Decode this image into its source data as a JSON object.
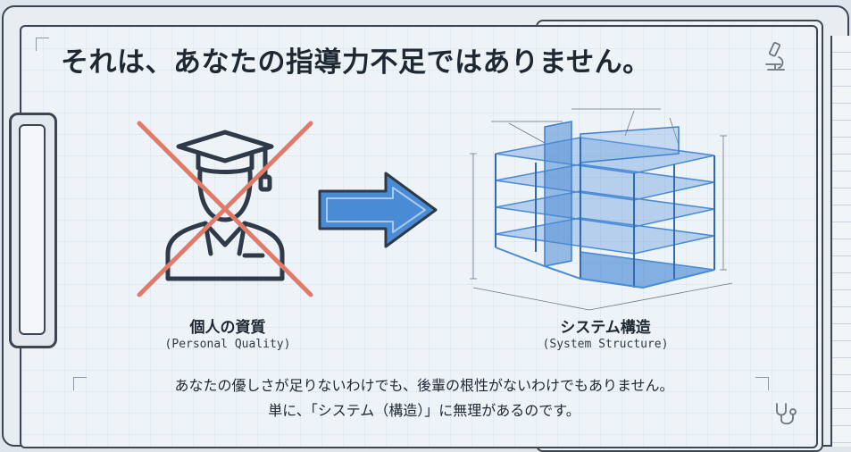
{
  "title": "それは、あなたの指導力不足ではありません。",
  "left_panel": {
    "label": "個人の資質",
    "sublabel": "(Personal Quality)"
  },
  "right_panel": {
    "label": "システム構造",
    "sublabel": "(System Structure)"
  },
  "caption": {
    "line1": "あなたの優しさが足りないわけでも、後輩の根性がないわけでもありません。",
    "line2": "単に、「システム（構造）」に無理があるのです。"
  },
  "colors": {
    "accent_blue": "#4a8bd6",
    "cross_red": "#e07a6a",
    "ink": "#2e3a48"
  },
  "icons": [
    "person-graduate-icon",
    "cross-out-icon",
    "arrow-right-icon",
    "building-blueprint-icon",
    "microscope-icon",
    "stethoscope-icon"
  ]
}
